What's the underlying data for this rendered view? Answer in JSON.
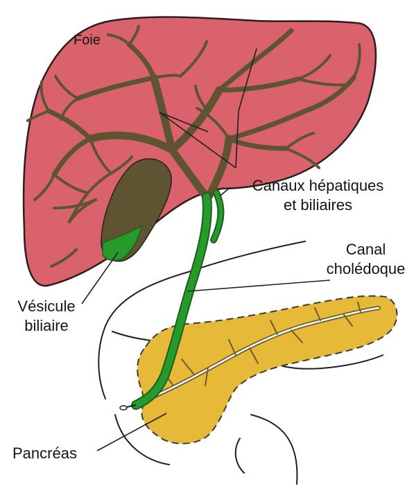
{
  "labels": {
    "foie": "Foie",
    "canaux_line1": "Canaux hépatiques",
    "canaux_line2": "et biliaires",
    "canal_line1": "Canal",
    "canal_line2": "cholédoque",
    "vesicule_line1": "Vésicule",
    "vesicule_line2": "biliaire",
    "pancreas": "Pancréas"
  },
  "colors": {
    "liver": "#d9626d",
    "liver_outline": "#2b1d1d",
    "bile_ducts": "#5e5431",
    "gallbladder_green": "#279a2c",
    "pancreas": "#e6ba38",
    "outline": "#1f1f1f",
    "label_text": "#141414"
  }
}
